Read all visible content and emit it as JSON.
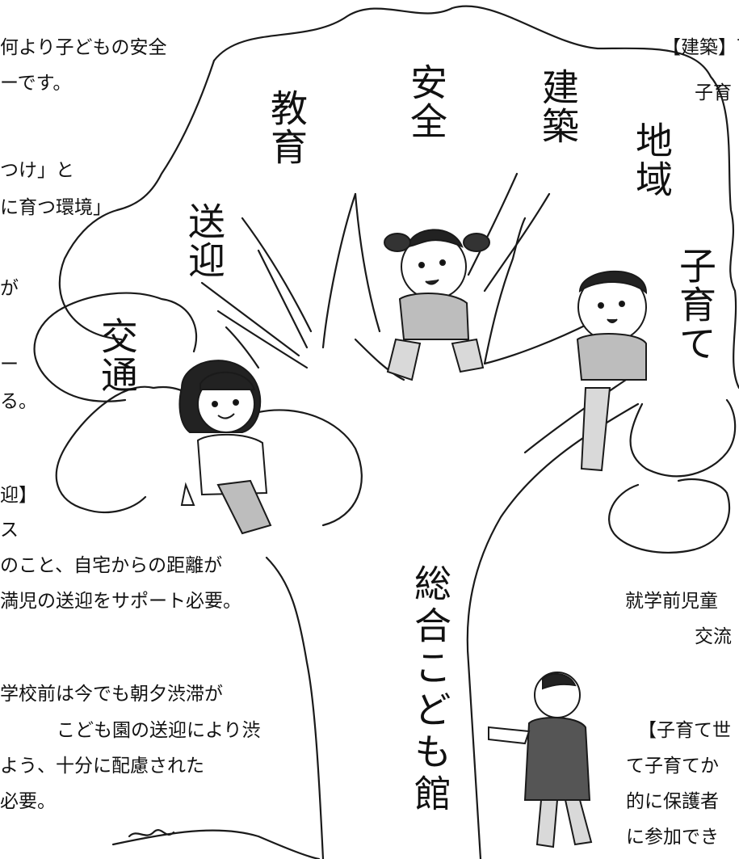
{
  "tree_labels": {
    "safety": "安全",
    "education": "教育",
    "architecture": "建築",
    "community": "地域",
    "pickup": "送迎",
    "traffic": "交通",
    "childcare": "子育て",
    "trunk": "総合こども館"
  },
  "left_text": {
    "l1": "何より子どもの安全",
    "l2": "ーです。",
    "l3": "つけ」と",
    "l4": "に育つ環境」",
    "l5": "が",
    "l6": "ー",
    "l7": "る。",
    "l8": "迎】",
    "l9": "ス",
    "l10": "のこと、自宅からの距離が",
    "l11": "満児の送迎をサポート必要。",
    "l12": "学校前は今でも朝夕渋滞が",
    "l13": "こども園の送迎により渋",
    "l14": "よう、十分に配慮された",
    "l15": "必要。"
  },
  "right_text": {
    "r1": "【建築】可",
    "r2": "子育",
    "r3": "【",
    "r4": "就学前児童",
    "r5": "交流",
    "r6": "【子育て世",
    "r7": "て子育てか",
    "r8": "的に保護者",
    "r9": "に参加でき"
  }
}
